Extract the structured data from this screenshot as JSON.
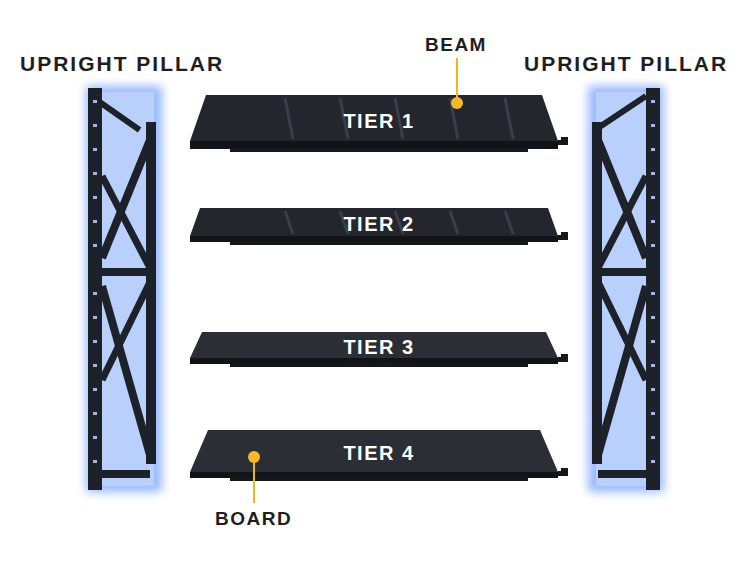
{
  "diagram": {
    "nodes": [
      {
        "text": [
          "TIER 1"
        ]
      },
      {
        "text": [
          "TIER 2"
        ]
      },
      {
        "text": [
          "TIER 3"
        ]
      },
      {
        "text": [
          "TIER 4"
        ]
      }
    ],
    "labels": [
      "UPRIGHT PILLAR",
      "BEAM",
      "UPRIGHT PILLAR",
      "BOARD"
    ]
  }
}
